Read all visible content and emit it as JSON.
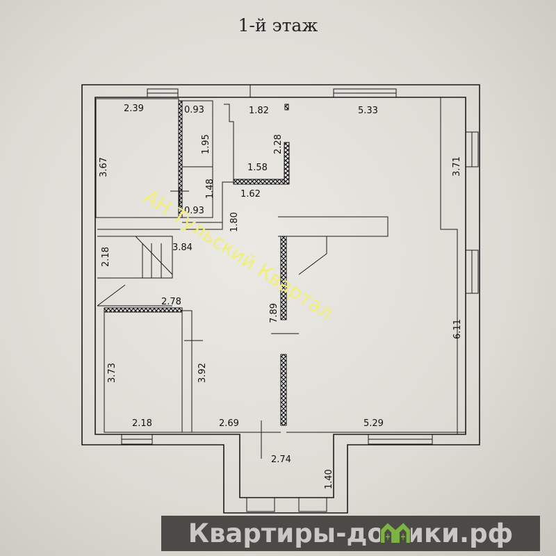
{
  "title": "1-й этаж",
  "watermark": "АН Тульский Квартал",
  "banner": {
    "prefix": "Квартиры-до",
    "suffix": "ики.рф",
    "full": "Квартиры-домики.рф",
    "logo_color": "#7cb342"
  },
  "dimensions": {
    "d239": "2.39",
    "d093a": "0.93",
    "d182": "1.82",
    "d533": "5.33",
    "d367": "3.67",
    "d195": "1.95",
    "d228": "2.28",
    "d158": "1.58",
    "d371": "3.71",
    "d148": "1.48",
    "d162": "1.62",
    "d093b": "0.93",
    "d180": "1.80",
    "d384": "3.84",
    "d218a": "2.18",
    "d278": "2.78",
    "d789": "7.89",
    "d373": "3.73",
    "d392": "3.92",
    "d611": "6.11",
    "d218b": "2.18",
    "d269": "2.69",
    "d529": "5.29",
    "d274": "2.74",
    "d140": "1.40"
  }
}
